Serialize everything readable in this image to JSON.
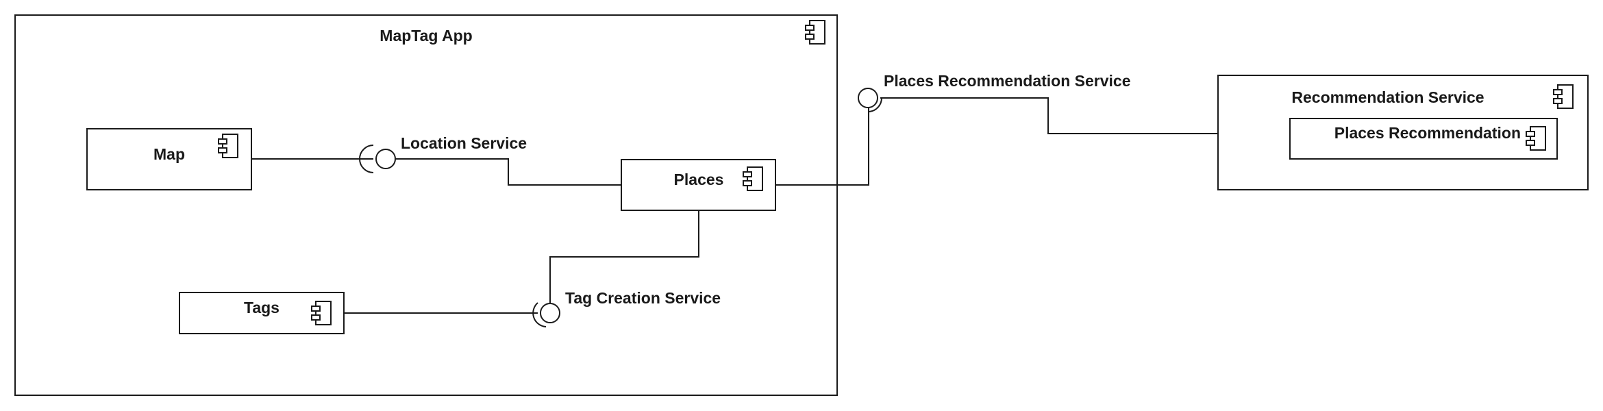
{
  "components": {
    "app": {
      "label": "MapTag App"
    },
    "map": {
      "label": "Map"
    },
    "places": {
      "label": "Places"
    },
    "tags": {
      "label": "Tags"
    },
    "recommendation_service": {
      "label": "Recommendation Service"
    },
    "places_recommendation": {
      "label": "Places Recommendation"
    }
  },
  "interfaces": {
    "location_service": {
      "label": "Location Service"
    },
    "tag_creation_service": {
      "label": "Tag Creation Service"
    },
    "places_recommendation_service": {
      "label": "Places Recommendation Service"
    }
  },
  "icons": {
    "component": "component-icon",
    "required_interface": "required-interface-socket-icon",
    "provided_interface": "provided-interface-ball-icon"
  },
  "colors": {
    "stroke": "#1a1a1a",
    "background": "#ffffff"
  }
}
